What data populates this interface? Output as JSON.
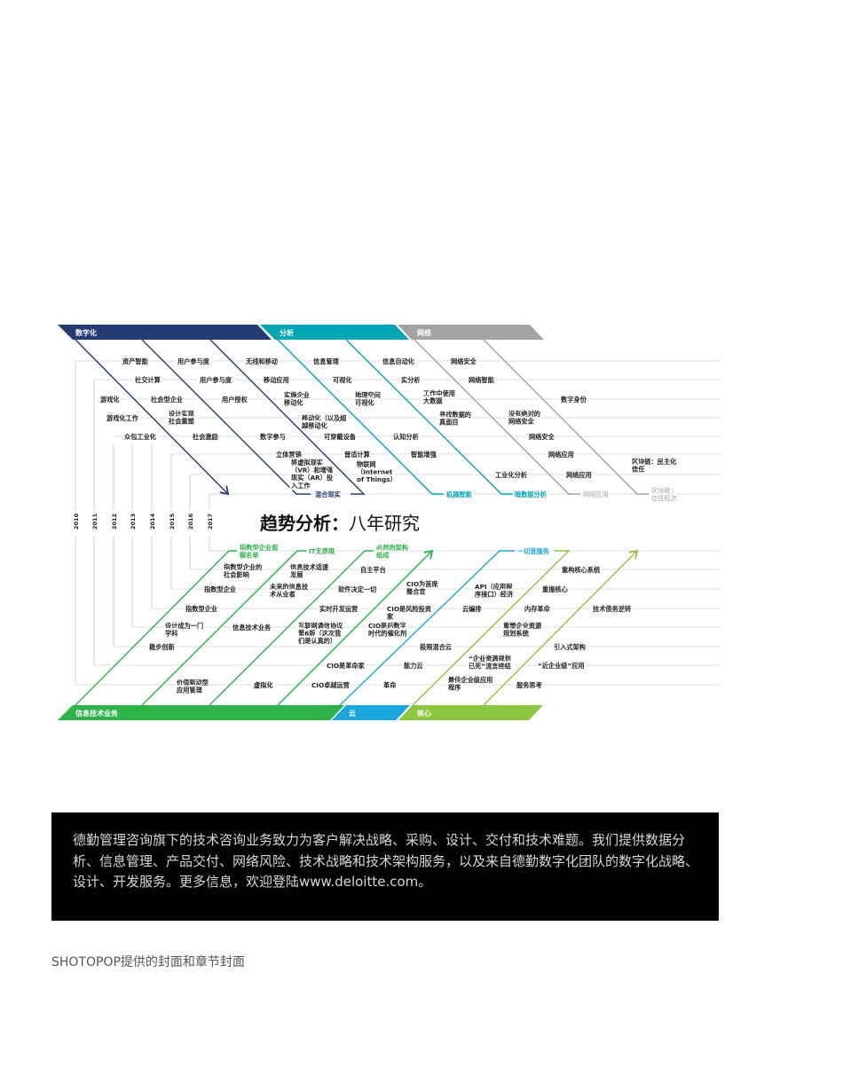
{
  "title": {
    "bold": "趋势分析：",
    "light": "八年研究"
  },
  "years": [
    "2010",
    "2011",
    "2012",
    "2013",
    "2014",
    "2015",
    "2016",
    "2017"
  ],
  "colors": {
    "navy": "#253b73",
    "teal": "#00a6b4",
    "gray": "#a3a3a3",
    "green": "#2db34a",
    "blue": "#1ba6df",
    "lime": "#8dc63f"
  },
  "top": {
    "banners": [
      "数字化",
      "分析",
      "网络"
    ],
    "labels": [
      "资产智能",
      "用户参与度",
      "无线和移动",
      "信息管理",
      "信息自动化",
      "网络安全",
      "社交计算",
      "用户参与度",
      "移动应用",
      "可视化",
      "实分析",
      "网络智能",
      "游戏化",
      "社会型企业",
      "用户授权",
      "实施企业\n移动化",
      "地理空间\n可视化",
      "工作中使用\n大数据",
      "数字身份",
      "游戏化工作",
      "设计实现\n社会重塑",
      "移动化（以及超\n越移动化",
      "寻找数据的\n真面目",
      "没有绝对的\n网络安全",
      "众包工业化",
      "社会激励",
      "数字参与",
      "可穿戴设备",
      "认知分析",
      "网络安全",
      "立体营销",
      "普适计算",
      "智能增强",
      "网络应用",
      "将虚拟现实\n（VR）和增强\n现实（AR）投\n入工作",
      "物联网\n（Internet\nof Things）",
      "工业化分析",
      "网络应用",
      "区块链：民主化\n信任",
      "混合现实",
      "机器智能",
      "暗数据分析",
      "网络应用",
      "区块链：\n信任经济"
    ]
  },
  "bottom": {
    "banners": [
      "信息技术业务",
      "云",
      "核心"
    ],
    "labels": [
      "指数型企业观\n察名单",
      "IT无界限",
      "必然的架构\n组成",
      "一切皆服务",
      "指数型企业的\n社会影响",
      "信息技术适速\n发展",
      "自主平台",
      "重构核心系统",
      "指数型企业",
      "未来的信息技\n术从业者",
      "软件决定一切",
      "CIO为首席\n整合官",
      "API（应用程\n序接口）经济",
      "重振核心",
      "指数型企业",
      "实时开发运营",
      "CIO是风险投资\n家",
      "云编排",
      "内存革命",
      "技术债务逆转",
      "设计成为一门\n学科",
      "信息技术业务",
      "互联网通信协议\n第6版（这次我\n们是认真的）",
      "CIO是后数字\n时代的催化剂",
      "重塑企业资源\n规划系统",
      "稳步创新",
      "极限混合云",
      "引入式架构",
      "CIO是革命家",
      "能力云",
      "“企业资源规划\n已死”流言终结",
      "“近企业级”应用",
      "价值驱动型\n应用管理",
      "虚拟化",
      "CIO卓越运营",
      "革命",
      "最佳企业级应用\n程序",
      "服务思考"
    ]
  },
  "info": "德勤管理咨询旗下的技术咨询业务致力为客户解决战略、采购、设计、交付和技术难题。我们提供数据分析、信息管理、产品交付、网络风险、技术战略和技术架构服务，以及来自德勤数字化团队的数字化战略、设计、开发服务。更多信息，欢迎登陆www.deloitte.com。",
  "caption": "SHOTOPOP提供的封面和章节封面"
}
